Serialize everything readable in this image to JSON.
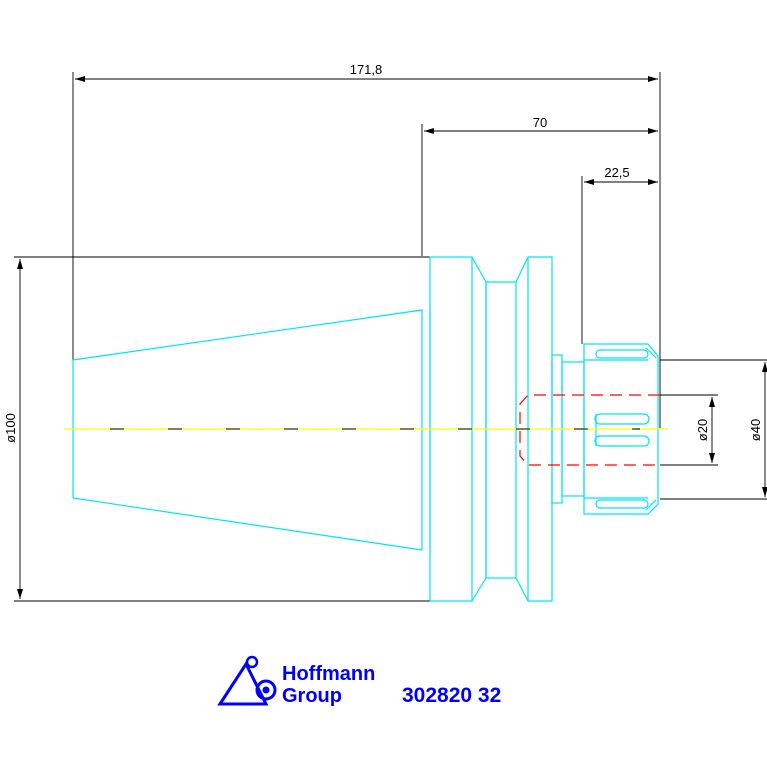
{
  "dimensions": {
    "overall_length": "171,8",
    "flange_length": "70",
    "nut_length": "22,5",
    "shank_diameter": "ø100",
    "bore_diameter": "ø20",
    "nut_diameter": "ø40"
  },
  "logo": {
    "line1": "Hoffmann",
    "line2": "Group"
  },
  "part_number": "302820 32",
  "colors": {
    "part_outline": "#00e5f0",
    "centerline": "#ffff00",
    "hidden_bore": "#ff0000",
    "dimension": "#000000",
    "brand": "#0000ff"
  }
}
